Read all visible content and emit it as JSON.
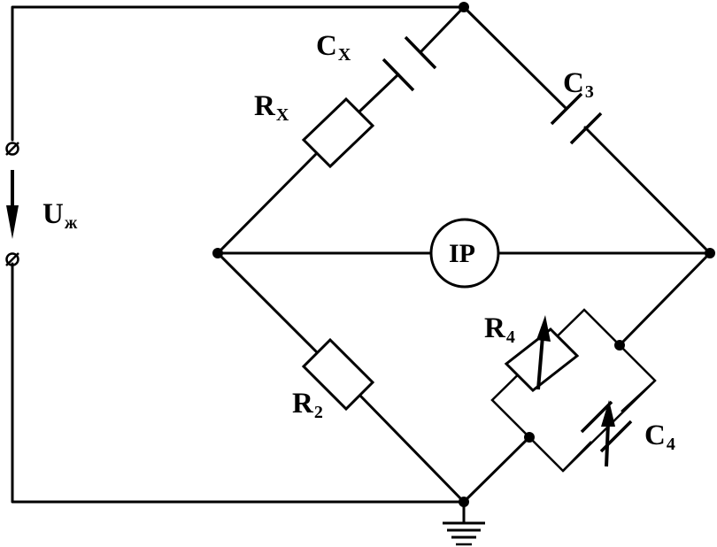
{
  "labels": {
    "cx": {
      "main": "C",
      "sub": "X"
    },
    "c3": {
      "main": "C",
      "sub": "3"
    },
    "rx": {
      "main": "R",
      "sub": "X"
    },
    "r2": {
      "main": "R",
      "sub": "2"
    },
    "r4": {
      "main": "R",
      "sub": "4"
    },
    "c4": {
      "main": "C",
      "sub": "4"
    },
    "u": {
      "main": "U",
      "sub": "ж"
    }
  },
  "meter": {
    "label": "IP"
  }
}
